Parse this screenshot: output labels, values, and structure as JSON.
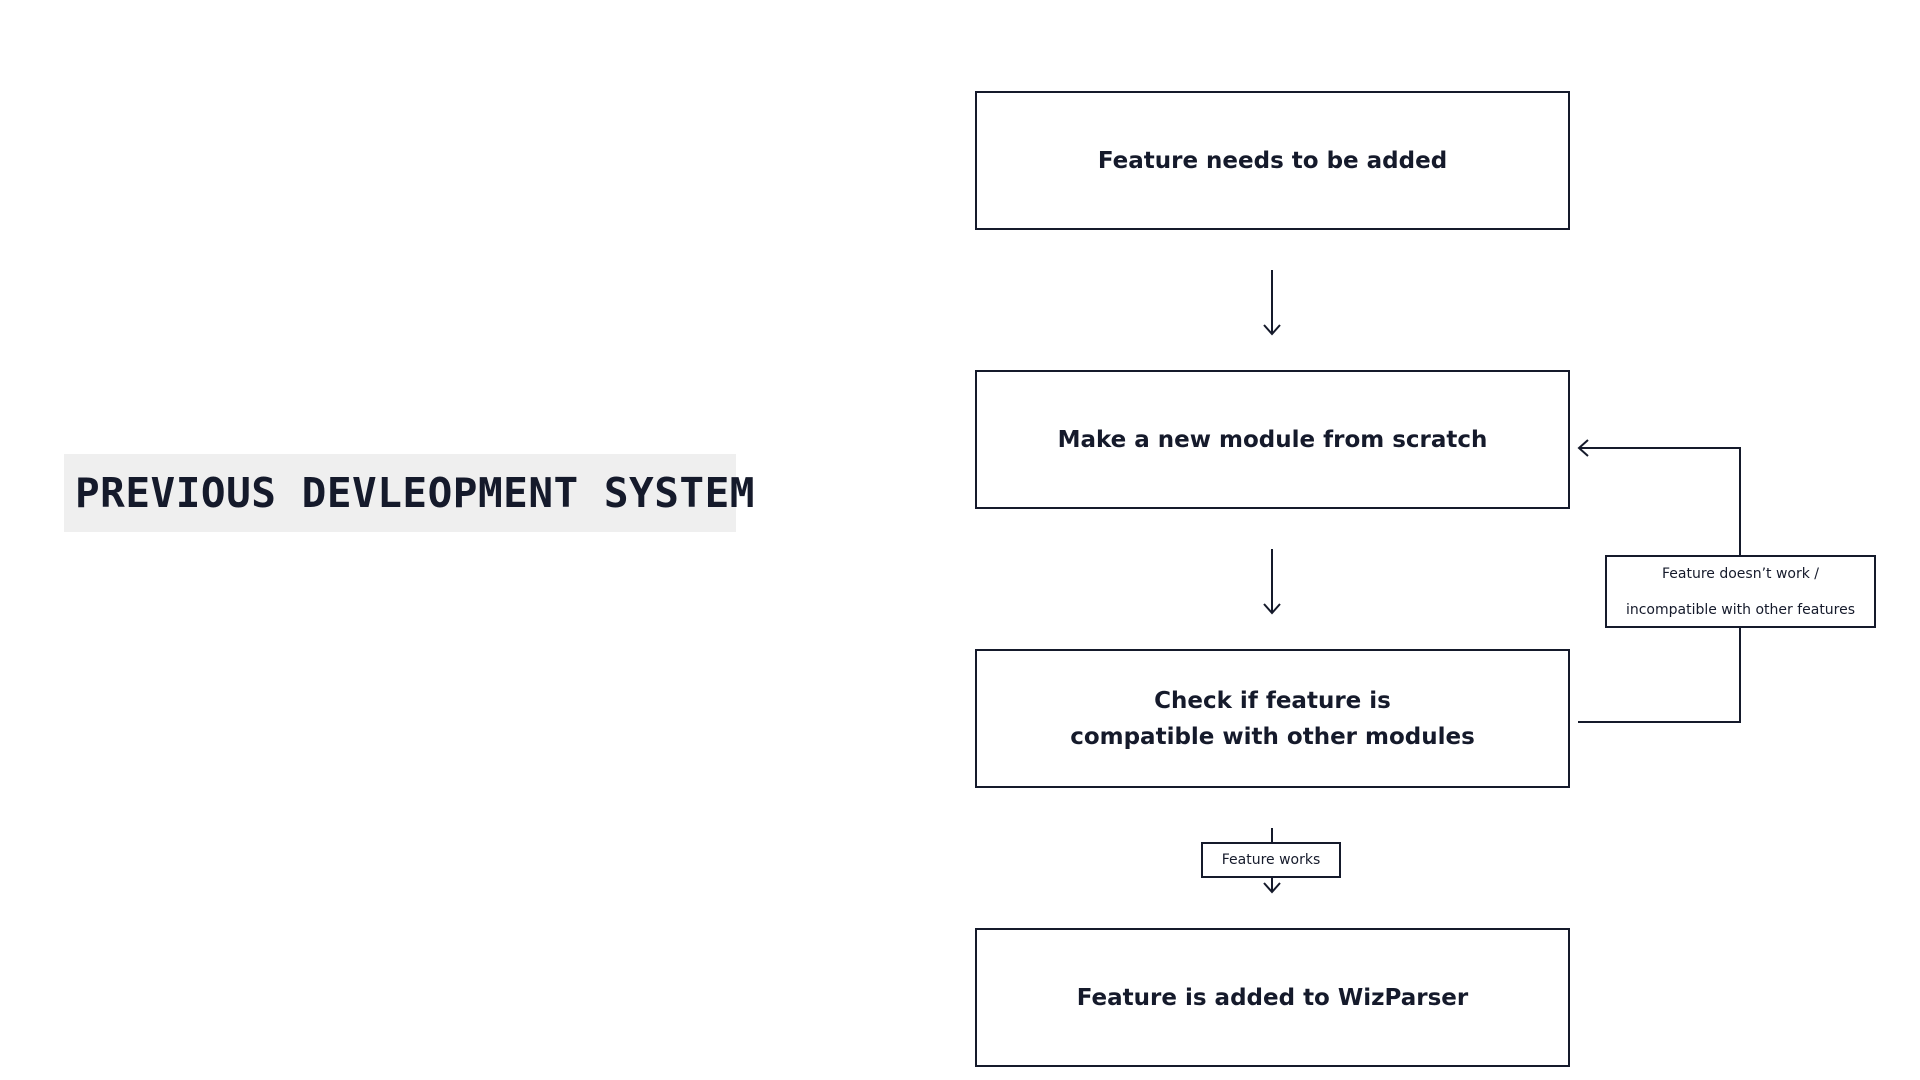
{
  "title": "PREVIOUS DEVLEOPMENT SYSTEM",
  "steps": {
    "feature_needed": "Feature needs to be added",
    "new_module": "Make a new module from scratch",
    "check_compat": "Check if feature is\ncompatible with other modules",
    "added": "Feature is added to WizParser"
  },
  "labels": {
    "works": "Feature works",
    "fails": "Feature doesn’t work /\nincompatible with other features"
  },
  "colors": {
    "ink": "#151a2b",
    "title_background": "#efefef"
  }
}
